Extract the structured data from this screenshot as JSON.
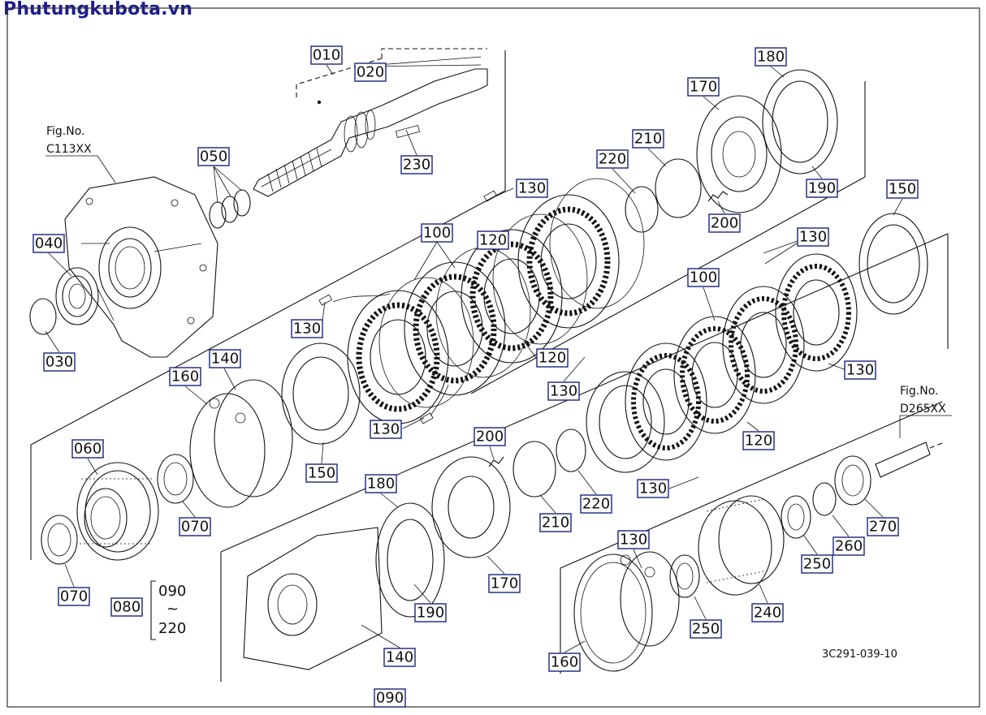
{
  "watermark": "Phutungkubota.vn",
  "drawing_code": "3C291-039-10",
  "fig_refs": [
    {
      "line1": "Fig.No.",
      "line2": "C113XX"
    },
    {
      "line1": "Fig.No.",
      "line2": "D265XX"
    }
  ],
  "range_note": {
    "from": "090",
    "tilde": "~",
    "to": "220"
  },
  "callouts": [
    "010",
    "020",
    "050",
    "230",
    "040",
    "030",
    "130",
    "100",
    "130",
    "120",
    "130",
    "140",
    "160",
    "150",
    "060",
    "070",
    "070",
    "080",
    "180",
    "190",
    "170",
    "200",
    "210",
    "220",
    "210",
    "220",
    "200",
    "170",
    "180",
    "190",
    "150",
    "130",
    "100",
    "120",
    "130",
    "130",
    "130",
    "120",
    "130",
    "160",
    "250",
    "240",
    "250",
    "260",
    "270",
    "140",
    "090"
  ]
}
